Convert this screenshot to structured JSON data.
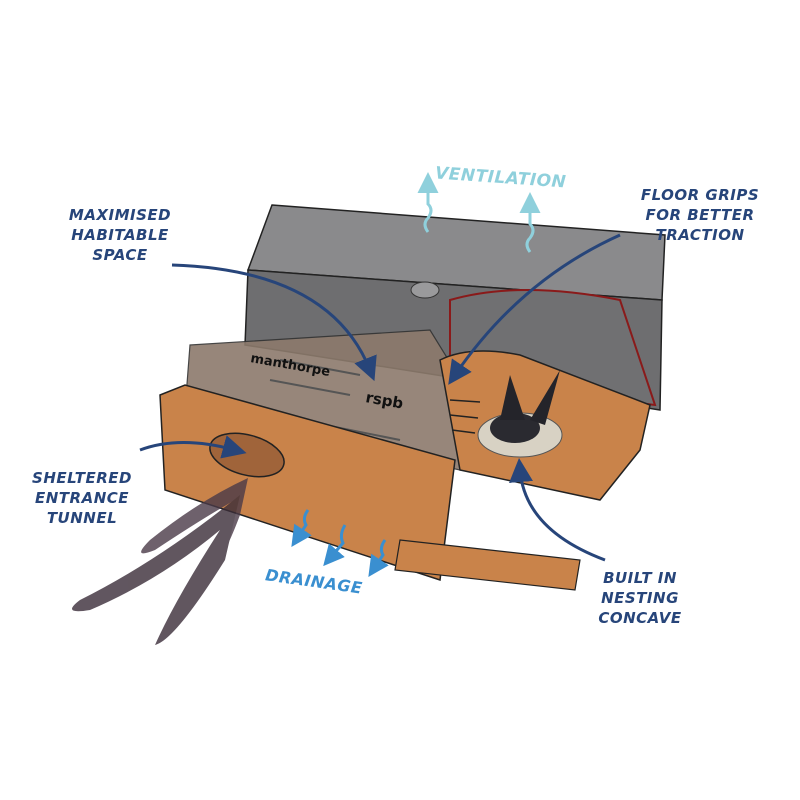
{
  "labels": {
    "ventilation": "VENTILATION",
    "floor_grips": [
      "FLOOR GRIPS",
      "FOR BETTER",
      "TRACTION"
    ],
    "habitable_space": [
      "MAXIMISED",
      "HABITABLE",
      "SPACE"
    ],
    "entrance_tunnel": [
      "SHELTERED",
      "ENTRANCE",
      "TUNNEL"
    ],
    "drainage": "DRAINAGE",
    "nesting_concave": [
      "BUILT IN",
      "NESTING",
      "CONCAVE"
    ]
  },
  "logos": {
    "manufacturer": "manthorpe",
    "charity": "rspb"
  },
  "colors": {
    "label_blue": "#27457a",
    "ventilation": "#8fd0dc",
    "drainage": "#3a8fd0",
    "box_orange": "#c9834a",
    "lid_grey": "#6e6e70"
  }
}
